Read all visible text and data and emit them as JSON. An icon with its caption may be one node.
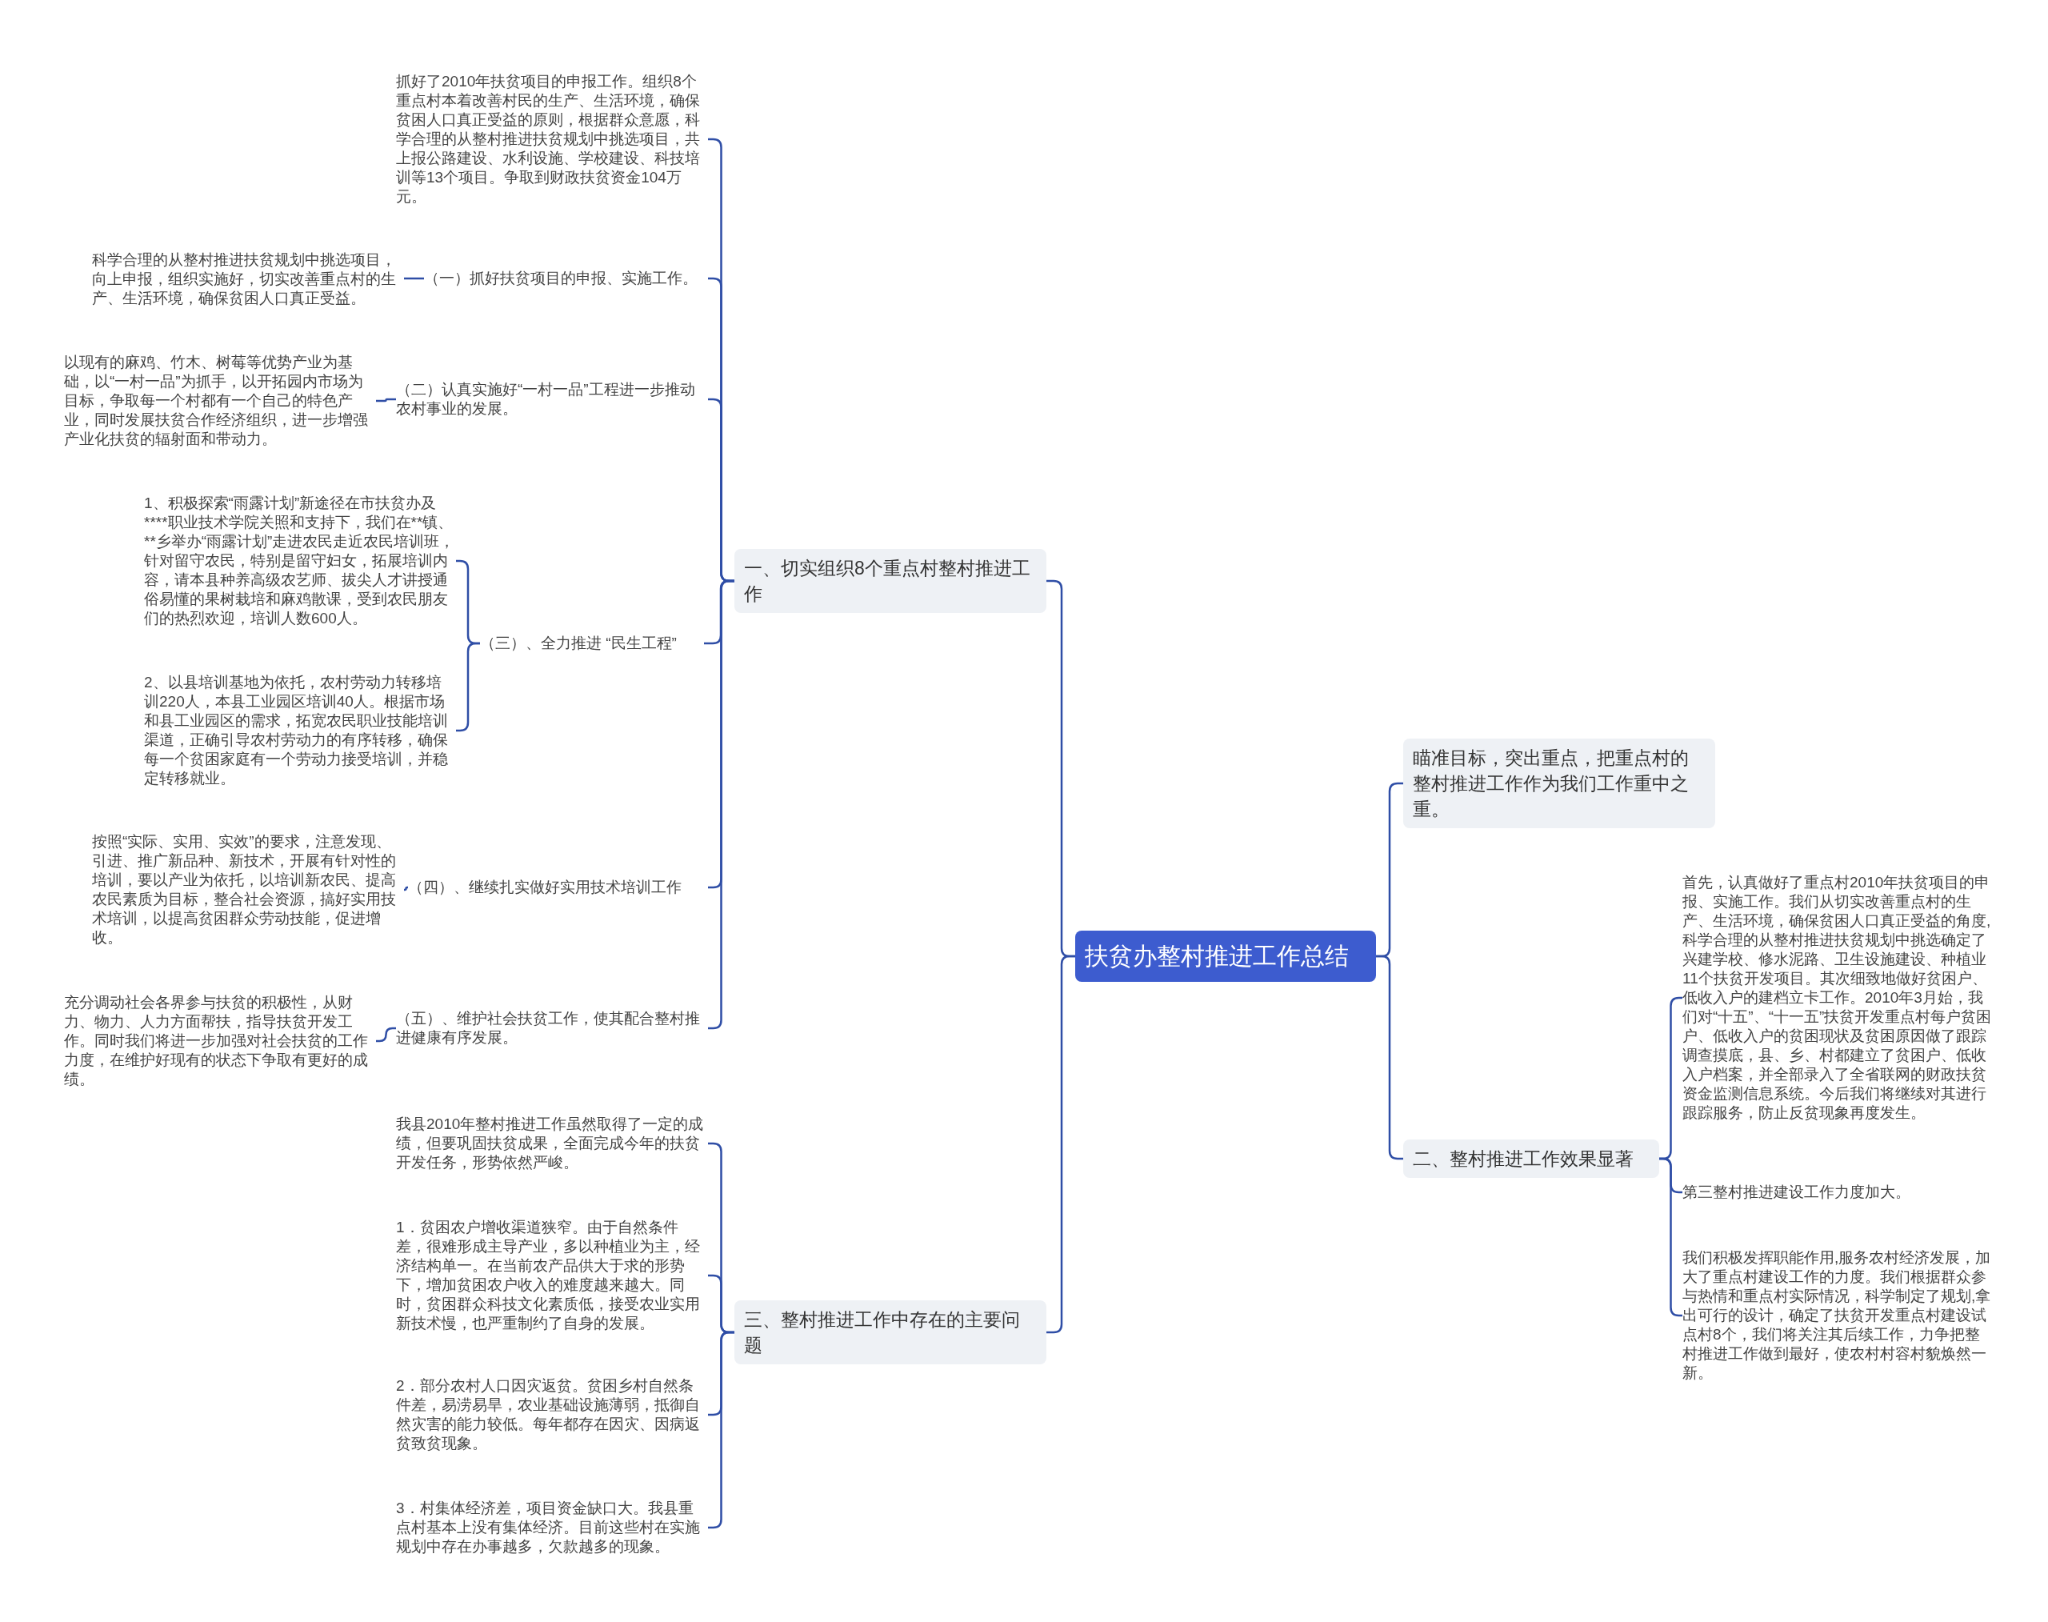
{
  "diagram": {
    "nodes": [
      {
        "text": [
          "扶贫办整村推进工作总结"
        ]
      },
      {
        "text": [
          "一、切实组织8个重点村整村推进工作"
        ]
      },
      {
        "text": [
          "抓好了2010年扶贫项目的申报工作。组织8个重点村本着改善村民的生产、生活环境，确保贫困人口真正受益的原则，根据群众意愿，科学合理的从整村推进扶贫规划中挑选项目，共上报公路建设、水利设施、学校建设、科技培训等13个项目。争取到财政扶贫资金104万元。"
        ]
      },
      {
        "text": [
          "（一）抓好扶贫项目的申报、实施工作。"
        ]
      },
      {
        "text": [
          "科学合理的从整村推进扶贫规划中挑选项目，向上申报，组织实施好，切实改善重点村的生产、生活环境，确保贫困人口真正受益。"
        ]
      },
      {
        "text": [
          "（二）认真实施好“一村一品”工程进一步推动农村事业的发展。"
        ]
      },
      {
        "text": [
          "以现有的麻鸡、竹木、树莓等优势产业为基础，以“一村一品”为抓手，以开拓园内市场为目标，争取每一个村都有一个自己的特色产业，同时发展扶贫合作经济组织，进一步增强产业化扶贫的辐射面和带动力。"
        ]
      },
      {
        "text": [
          "（三）、全力推进 “民生工程”"
        ]
      },
      {
        "text": [
          "1、积极探索“雨露计划”新途径在市扶贫办及****职业技术学院关照和支持下，我们在**镇、**乡举办“雨露计划”走进农民走近农民培训班，针对留守农民，特别是留守妇女，拓展培训内容，请本县种养高级农艺师、拔尖人才讲授通俗易懂的果树栽培和麻鸡散课，受到农民朋友们的热烈欢迎，培训人数600人。"
        ]
      },
      {
        "text": [
          "2、以县培训基地为依托，农村劳动力转移培训220人，本县工业园区培训40人。根据市场和县工业园区的需求，拓宽农民职业技能培训渠道，正确引导农村劳动力的有序转移，确保每一个贫困家庭有一个劳动力接受培训，并稳定转移就业。"
        ]
      },
      {
        "text": [
          "（四）、继续扎实做好实用技术培训工作"
        ]
      },
      {
        "text": [
          "按照“实际、实用、实效”的要求，注意发现、引进、推广新品种、新技术，开展有针对性的培训，要以产业为依托，以培训新农民、提高农民素质为目标，整合社会资源，搞好实用技术培训，以提高贫困群众劳动技能，促进增收。"
        ]
      },
      {
        "text": [
          "（五）、维护社会扶贫工作，使其配合整村推进健康有序发展。"
        ]
      },
      {
        "text": [
          "充分调动社会各界参与扶贫的积极性，从财力、物力、人力方面帮扶，指导扶贫开发工作。同时我们将进一步加强对社会扶贫的工作力度，在维护好现有的状态下争取有更好的成绩。"
        ]
      },
      {
        "text": [
          "三、整村推进工作中存在的主要问题"
        ]
      },
      {
        "text": [
          "我县2010年整村推进工作虽然取得了一定的成绩，但要巩固扶贫成果，全面完成今年的扶贫开发任务，形势依然严峻。"
        ]
      },
      {
        "text": [
          "1．贫困农户增收渠道狭窄。由于自然条件差，很难形成主导产业，多以种植业为主，经济结构单一。在当前农产品供大于求的形势下，增加贫困农户收入的难度越来越大。同时，贫困群众科技文化素质低，接受农业实用新技术慢，也严重制约了自身的发展。"
        ]
      },
      {
        "text": [
          "2．部分农村人口因灾返贫。贫困乡村自然条件差，易涝易旱，农业基础设施薄弱，抵御自然灾害的能力较低。每年都存在因灾、因病返贫致贫现象。"
        ]
      },
      {
        "text": [
          "3．村集体经济差，项目资金缺口大。我县重点村基本上没有集体经济。目前这些村在实施规划中存在办事越多，欠款越多的现象。"
        ]
      },
      {
        "text": [
          "瞄准目标，突出重点，把重点村的整村推进工作作为我们工作重中之重。"
        ]
      },
      {
        "text": [
          "二、整村推进工作效果显著"
        ]
      },
      {
        "text": [
          "首先，认真做好了重点村2010年扶贫项目的申报、实施工作。我们从切实改善重点村的生产、生活环境，确保贫困人口真正受益的角度,科学合理的从整村推进扶贫规划中挑选确定了兴建学校、修水泥路、卫生设施建设、种植业11个扶贫开发项目。其次细致地做好贫困户、低收入户的建档立卡工作。2010年3月始，我们对“十五”、“十一五”扶贫开发重点村每户贫困户、低收入户的贫困现状及贫困原因做了跟踪调查摸底，县、乡、村都建立了贫困户、低收入户档案，并全部录入了全省联网的财政扶贫资金监测信息系统。今后我们将继续对其进行跟踪服务，防止反贫现象再度发生。"
        ]
      },
      {
        "text": [
          "第三整村推进建设工作力度加大。"
        ]
      },
      {
        "text": [
          "我们积极发挥职能作用,服务农村经济发展，加大了重点村建设工作的力度。我们根据群众参与热情和重点村实际情况，科学制定了规划,拿出可行的设计，确定了扶贫开发重点村建设试点村8个，我们将关注其后续工作，力争把整村推进工作做到最好，使农村村容村貌焕然一新。"
        ]
      }
    ],
    "edges": [
      {
        "from": 0,
        "to": 1,
        "arrow": "none"
      },
      {
        "from": 1,
        "to": 2,
        "arrow": "none"
      },
      {
        "from": 1,
        "to": 3,
        "arrow": "none"
      },
      {
        "from": 3,
        "to": 4,
        "arrow": "none"
      },
      {
        "from": 1,
        "to": 5,
        "arrow": "none"
      },
      {
        "from": 5,
        "to": 6,
        "arrow": "none"
      },
      {
        "from": 1,
        "to": 7,
        "arrow": "none"
      },
      {
        "from": 7,
        "to": 8,
        "arrow": "none"
      },
      {
        "from": 7,
        "to": 9,
        "arrow": "none"
      },
      {
        "from": 1,
        "to": 10,
        "arrow": "none"
      },
      {
        "from": 10,
        "to": 11,
        "arrow": "none"
      },
      {
        "from": 1,
        "to": 12,
        "arrow": "none"
      },
      {
        "from": 12,
        "to": 13,
        "arrow": "none"
      },
      {
        "from": 0,
        "to": 14,
        "arrow": "none"
      },
      {
        "from": 14,
        "to": 15,
        "arrow": "none"
      },
      {
        "from": 14,
        "to": 16,
        "arrow": "none"
      },
      {
        "from": 14,
        "to": 17,
        "arrow": "none"
      },
      {
        "from": 14,
        "to": 18,
        "arrow": "none"
      },
      {
        "from": 0,
        "to": 19,
        "arrow": "none"
      },
      {
        "from": 0,
        "to": 20,
        "arrow": "none"
      },
      {
        "from": 20,
        "to": 21,
        "arrow": "none"
      },
      {
        "from": 20,
        "to": 22,
        "arrow": "none"
      },
      {
        "from": 20,
        "to": 23,
        "arrow": "none"
      }
    ]
  }
}
